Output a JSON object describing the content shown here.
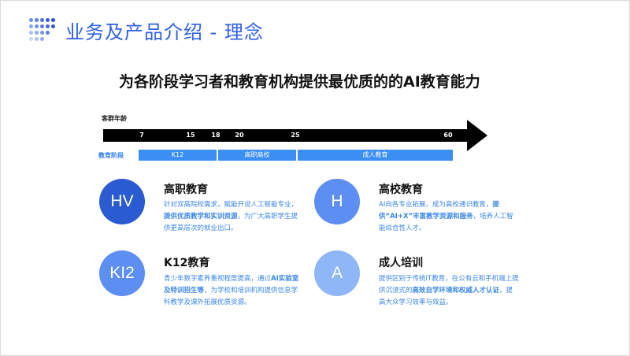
{
  "header": {
    "title": "业务及产品介绍 - 理念",
    "subtitle": "为各阶段学习者和教育机构提供最优质的的AI教育能力"
  },
  "timeline": {
    "axis_label": "客群年龄",
    "ticks": [
      "7",
      "15",
      "18",
      "20",
      "25",
      "60"
    ],
    "stage_label": "教育阶段",
    "stages": [
      "K12",
      "高职高校",
      "成人教育"
    ]
  },
  "sections": {
    "hv": {
      "icon": "HV",
      "title": "高职教育",
      "desc_1": "针对双高院校需求，赋能开设人工智能专业，",
      "desc_2": "提供优质教学和实训资源",
      "desc_3": "，为广大高职学生提供更高层次的就业出口。"
    },
    "h": {
      "icon": "H",
      "title": "高校教育",
      "desc_1": "AI向各专业拓展，成为高校通识教育，",
      "desc_2": "提供“AI+X”丰富教学资源和服务",
      "desc_3": "，培养人工智能综合性人才。"
    },
    "k12": {
      "icon": "KI2",
      "title": "K12教育",
      "desc_1": "青少年数字素养重视程度提高，通过",
      "desc_2": "AI实验室及特训招生等",
      "desc_3": "，为学校和培训机构提供信息学科教学及课外拓展优质资源。"
    },
    "a": {
      "icon": "A",
      "title": "成人培训",
      "desc_1": "提供区别于传统IT教育，在公有云和手机端上提供沉浸式的",
      "desc_2": "高效自学环境和权威人才认证",
      "desc_3": "，提高大众学习效率与效益。"
    }
  },
  "colors": {
    "title_blue": "#2f5fe6",
    "stage_blue": "#3b8ff3",
    "circle_dark": "#2b5bd1",
    "circle_mid": "#5d8ef2",
    "circle_light": "#8fb6f6",
    "desc_blue": "#3a86e8"
  }
}
